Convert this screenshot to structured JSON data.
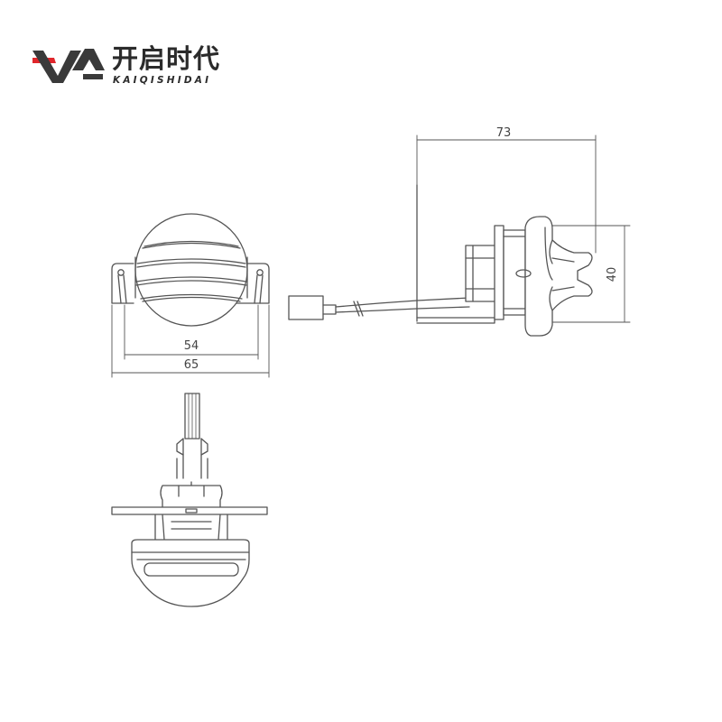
{
  "brand": {
    "name_cn": "开启时代",
    "name_en": "KAIQISHIDAI",
    "colors": {
      "dark": "#3a3a3a",
      "red": "#e0262b"
    }
  },
  "dimensions": {
    "width_inner": "54",
    "width_outer": "65",
    "depth": "73",
    "height": "40"
  },
  "colors": {
    "line": "#555555",
    "fill": "#ffffff"
  }
}
